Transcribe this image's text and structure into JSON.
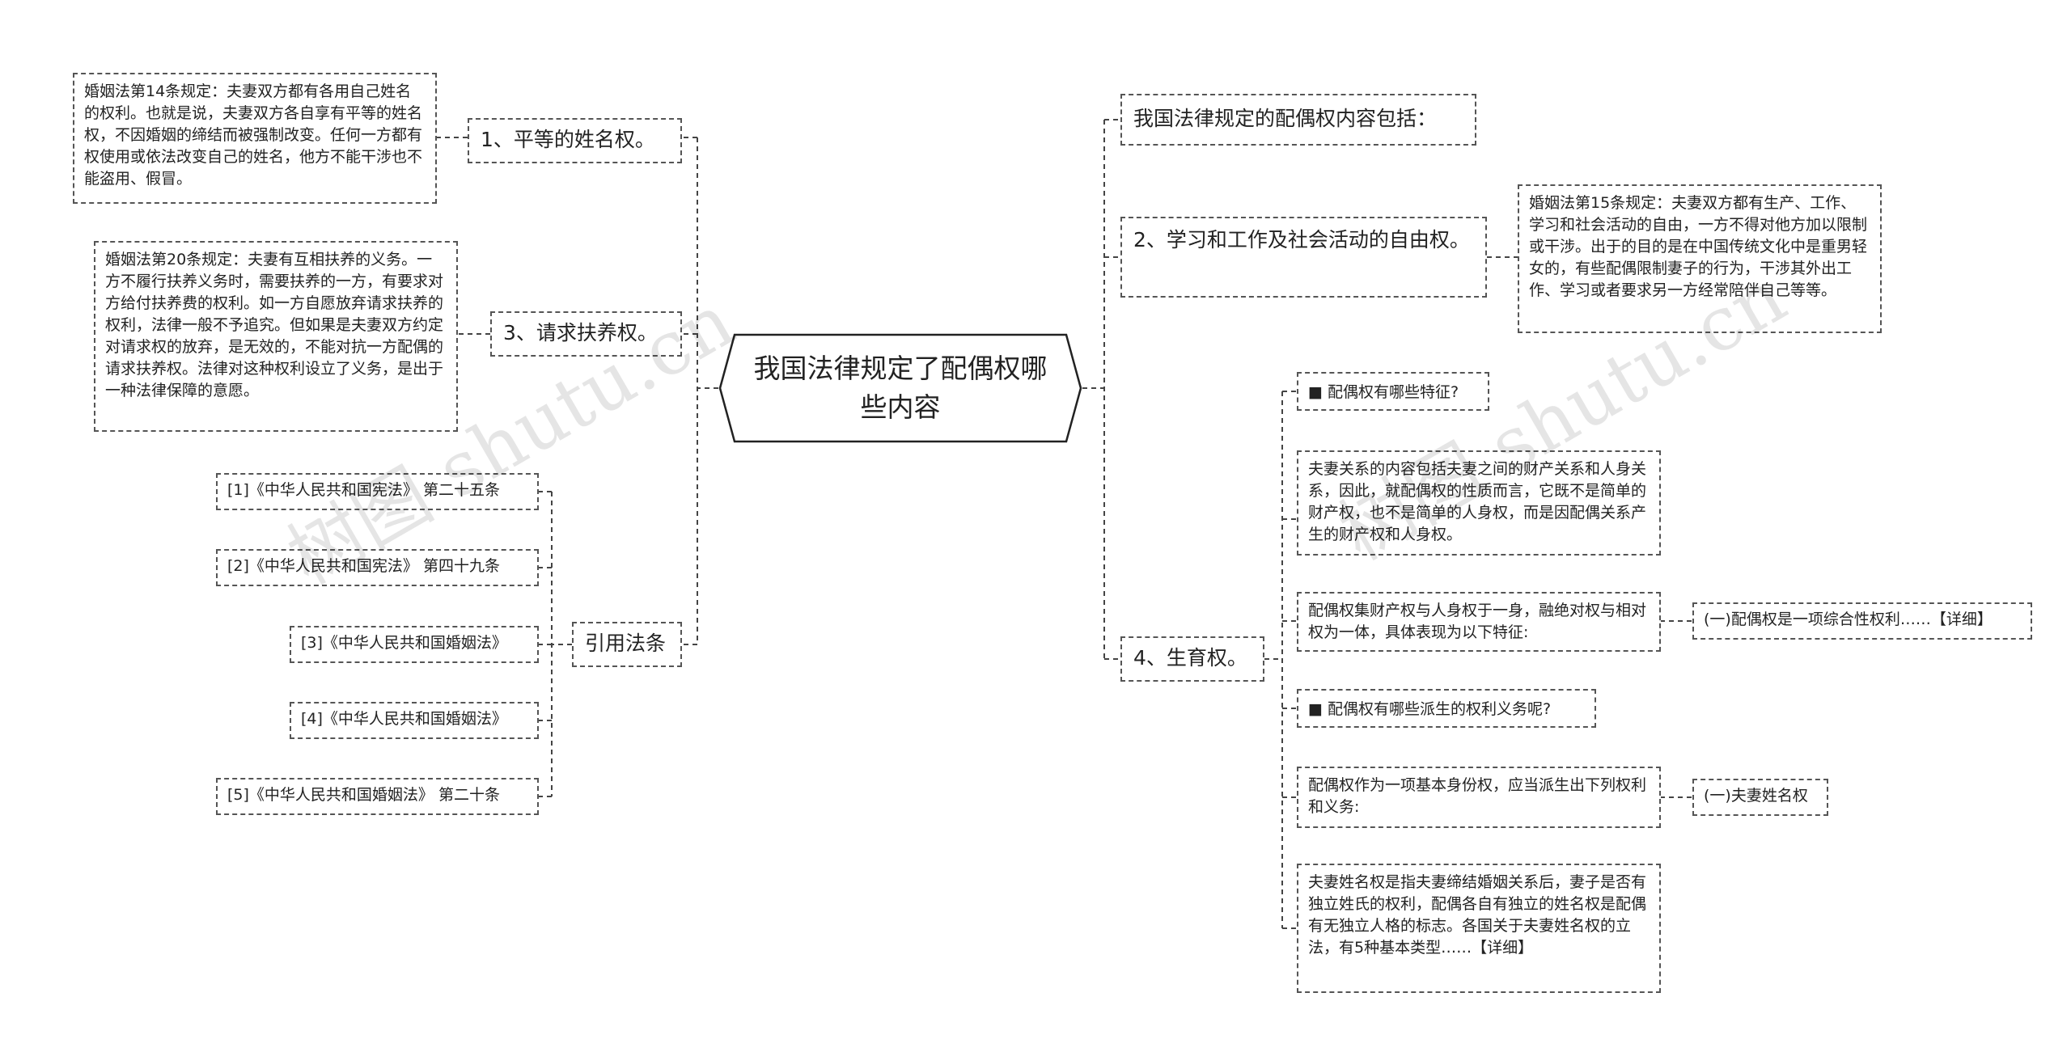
{
  "root": {
    "title": "我国法律规定了配偶权哪些内容"
  },
  "left_branches": {
    "surname": {
      "label": "1、平等的姓名权。",
      "detail": "婚姻法第14条规定：夫妻双方都有各用自己姓名的权利。也就是说，夫妻双方各自享有平等的姓名权，不因婚姻的缔结而被强制改变。任何一方都有权使用或依法改变自己的姓名，他方不能干涉也不能盗用、假冒。"
    },
    "support": {
      "label": "3、请求扶养权。",
      "detail": "婚姻法第20条规定：夫妻有互相扶养的义务。一方不履行扶养义务时，需要扶养的一方，有要求对方给付扶养费的权利。如一方自愿放弃请求扶养的权利，法律一般不予追究。但如果是夫妻双方约定对请求权的放弃，是无效的，不能对抗一方配偶的请求扶养权。法律对这种权利设立了义务，是出于一种法律保障的意愿。"
    },
    "citations": {
      "label": "引用法条",
      "items": [
        "[1]《中华人民共和国宪法》 第二十五条",
        "[2]《中华人民共和国宪法》 第四十九条",
        "[3]《中华人民共和国婚姻法》",
        "[4]《中华人民共和国婚姻法》",
        "[5]《中华人民共和国婚姻法》 第二十条"
      ]
    }
  },
  "right_branches": {
    "intro": {
      "label": "我国法律规定的配偶权内容包括："
    },
    "study_work": {
      "label": "2、学习和工作及社会活动的自由权。",
      "detail": "婚姻法第15条规定：夫妻双方都有生产、工作、学习和社会活动的自由，一方不得对他方加以限制或干涉。出于的目的是在中国传统文化中是重男轻女的，有些配偶限制妻子的行为，干涉其外出工作、学习或者要求另一方经常陪伴自己等等。"
    },
    "birth": {
      "label": "4、生育权。",
      "children": {
        "q1": "■ 配偶权有哪些特征?",
        "c1": "夫妻关系的内容包括夫妻之间的财产关系和人身关系，因此，就配偶权的性质而言，它既不是简单的财产权，也不是简单的人身权，而是因配偶关系产生的财产权和人身权。",
        "c2": "配偶权集财产权与人身权于一身，融绝对权与相对权为一体，具体表现为以下特征:",
        "c2_sub": "(一)配偶权是一项综合性权利……【详细】",
        "q2": "■ 配偶权有哪些派生的权利义务呢?",
        "c3": "配偶权作为一项基本身份权，应当派生出下列权利和义务:",
        "c3_sub": "(一)夫妻姓名权",
        "c4": "夫妻姓名权是指夫妻缔结婚姻关系后，妻子是否有独立姓氏的权利，配偶各自有独立的姓名权是配偶有无独立人格的标志。各国关于夫妻姓名权的立法，有5种基本类型……【详细】"
      }
    }
  },
  "watermarks": [
    "树图 shutu.cn",
    "树图 shutu.cn"
  ],
  "colors": {
    "line": "#444444",
    "border": "#555555",
    "text": "#222222"
  }
}
